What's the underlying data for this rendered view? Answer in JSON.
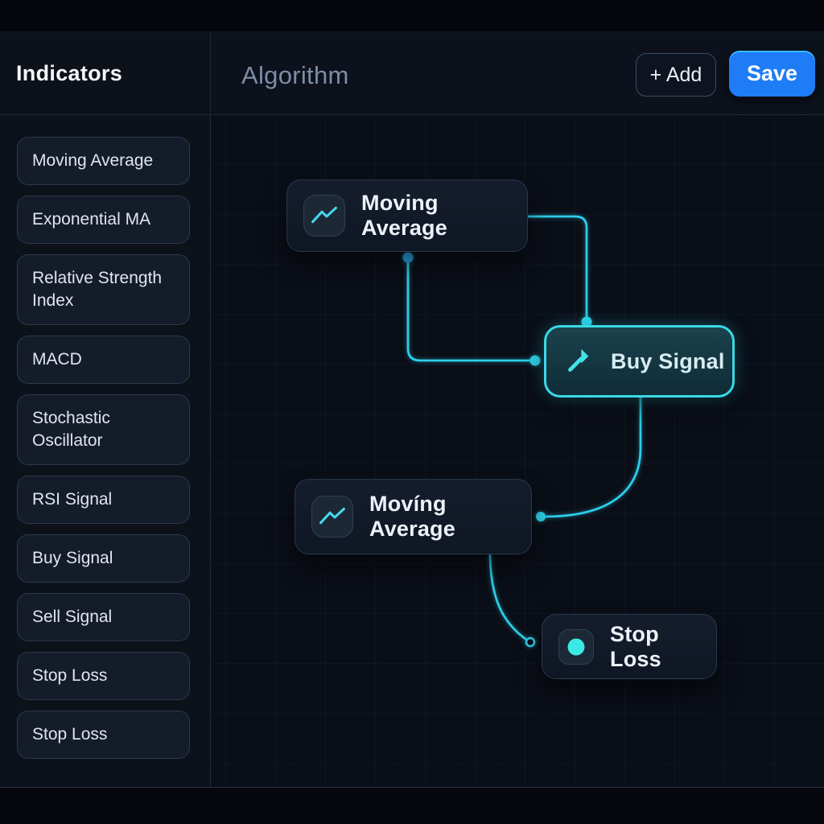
{
  "sidebar": {
    "title": "Indicators",
    "items": [
      "Moving Average",
      "Exponential MA",
      "Relative Strength Index",
      "MACD",
      "Stochastic Oscillator",
      "RSI Signal",
      "Buy Signal",
      "Sell Signal",
      "Stop Loss",
      "Stop Loss"
    ]
  },
  "header": {
    "title": "Algorithm",
    "add_button": "+ Add",
    "save_button": "Save"
  },
  "canvas": {
    "nodes": [
      {
        "id": "ma1",
        "label": "Moving Average",
        "icon": "line-chart-icon",
        "state": "default"
      },
      {
        "id": "buy",
        "label": "Buy Signal",
        "icon": "arrow-up-right-icon",
        "state": "selected"
      },
      {
        "id": "ma2",
        "label": "Movíng Average",
        "icon": "line-chart-icon",
        "state": "default"
      },
      {
        "id": "stop",
        "label": "Stop Loss",
        "icon": "filled-circle-icon",
        "state": "default"
      }
    ],
    "connections": [
      {
        "from": "Moving Average",
        "to": "Buy Signal",
        "route": "right-to-top"
      },
      {
        "from": "Moving Average",
        "to": "Buy Signal",
        "route": "bottom-to-left"
      },
      {
        "from": "Buy Signal",
        "to": "Movíng Average",
        "route": "bottom-to-right"
      },
      {
        "from": "Movíng Average",
        "to": "Stop Loss",
        "route": "bottom-to-left"
      }
    ]
  },
  "colors": {
    "accent_cyan": "#2ccde9",
    "selected_border": "#38d9e6",
    "save_blue": "#1e7cf6",
    "canvas_bg": "#0a0e17",
    "panel_bg": "#0d1119",
    "node_bg": "#131b2a"
  }
}
